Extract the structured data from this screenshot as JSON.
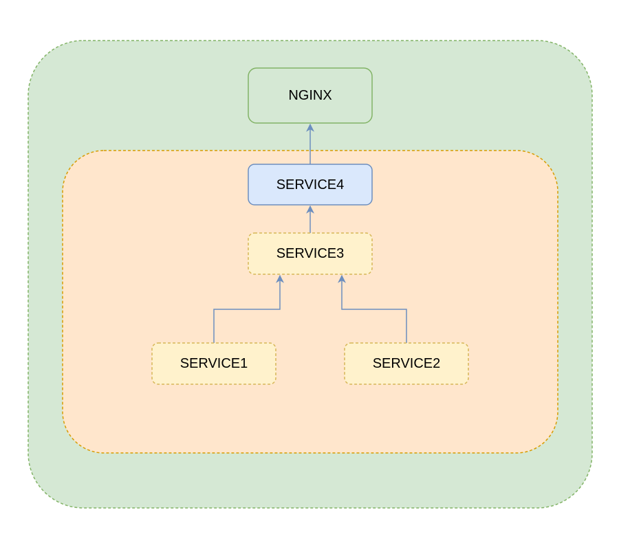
{
  "diagram": {
    "outer_group": {
      "fill": "#d5e8d4",
      "stroke": "#82b366"
    },
    "inner_group": {
      "fill": "#ffe6cc",
      "stroke": "#d79b00"
    },
    "nodes": {
      "nginx": {
        "label": "NGINX",
        "fill": "#d5e8d4",
        "stroke": "#82b366"
      },
      "service4": {
        "label": "SERVICE4",
        "fill": "#dae8fc",
        "stroke": "#6c8ebf"
      },
      "service3": {
        "label": "SERVICE3",
        "fill": "#fff2cc",
        "stroke": "#d6b656"
      },
      "service1": {
        "label": "SERVICE1",
        "fill": "#fff2cc",
        "stroke": "#d6b656"
      },
      "service2": {
        "label": "SERVICE2",
        "fill": "#fff2cc",
        "stroke": "#d6b656"
      }
    },
    "edges": [
      {
        "from": "service1",
        "to": "service3"
      },
      {
        "from": "service2",
        "to": "service3"
      },
      {
        "from": "service3",
        "to": "service4"
      },
      {
        "from": "service4",
        "to": "nginx"
      }
    ],
    "edge_color": "#6c8ebf"
  }
}
